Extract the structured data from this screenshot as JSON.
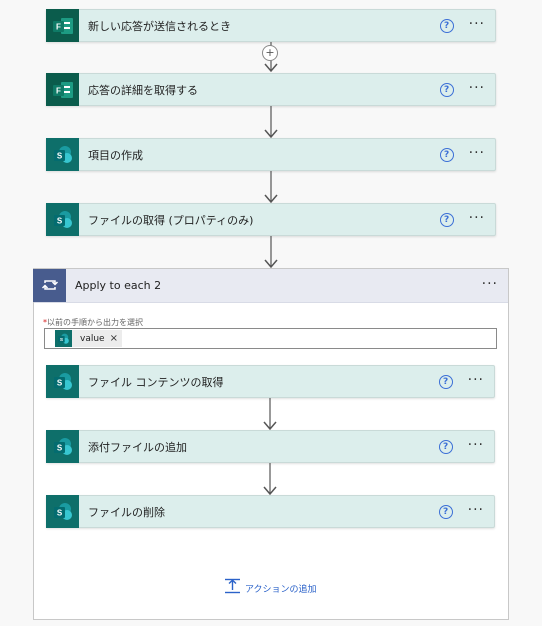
{
  "steps": [
    {
      "title": "新しい応答が送信されるとき",
      "icon": "forms-icon"
    },
    {
      "title": "応答の詳細を取得する",
      "icon": "forms-icon"
    },
    {
      "title": "項目の作成",
      "icon": "sharepoint-icon"
    },
    {
      "title": "ファイルの取得 (プロパティのみ)",
      "icon": "sharepoint-icon"
    }
  ],
  "apply": {
    "title": "Apply to each 2",
    "select_label": "以前の手順から出力を選択",
    "required_mark": "*",
    "token": "value",
    "token_remove": "×",
    "inner_steps": [
      {
        "title": "ファイル コンテンツの取得",
        "icon": "sharepoint-icon"
      },
      {
        "title": "添付ファイルの追加",
        "icon": "sharepoint-icon"
      },
      {
        "title": "ファイルの削除",
        "icon": "sharepoint-icon"
      }
    ],
    "add_action": "アクションの追加"
  },
  "common": {
    "help": "?",
    "more": "···",
    "plus": "+"
  },
  "colors": {
    "card_bg": "#dceeec",
    "forms_icon_bg": "#0b5c4c",
    "sharepoint_icon_bg": "#0e6f6a",
    "apply_header_bg": "#e8eaf2",
    "apply_icon_bg": "#485c8e",
    "link": "#2b62c9"
  }
}
